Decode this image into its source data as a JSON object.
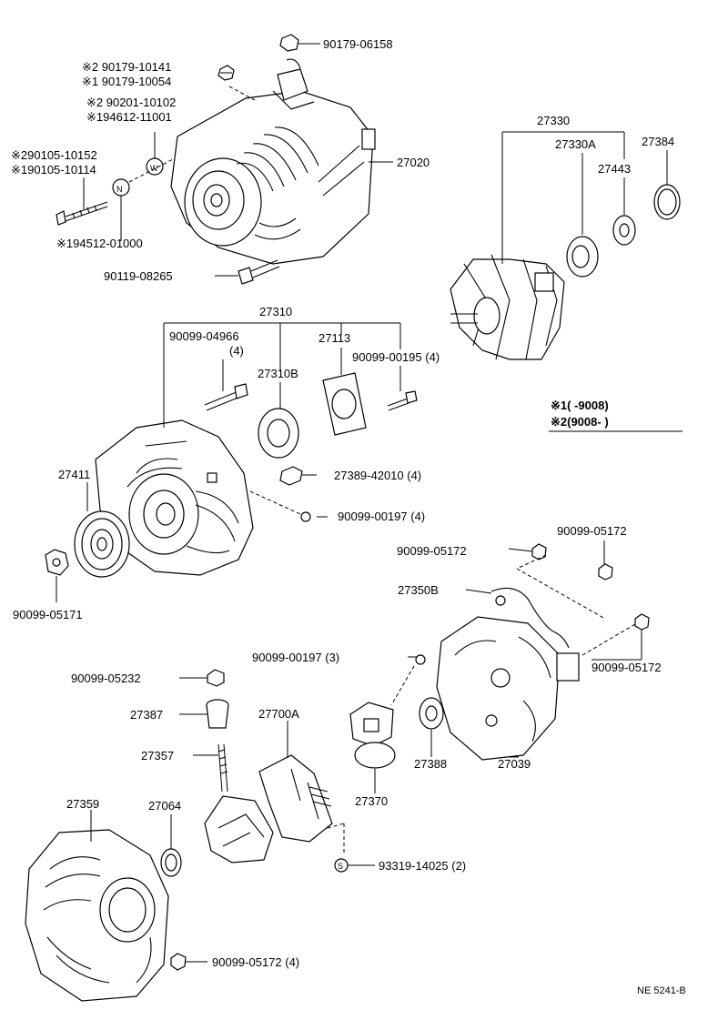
{
  "labels": {
    "p90179_06158": "90179-06158",
    "p2_90179_10141": "※2 90179-10141",
    "p1_90179_10054": "※1 90179-10054",
    "p2_90201_10102": "※2 90201-10102",
    "p1_94612_11001": "※194612-11001",
    "p2_90105_10152": "※290105-10152",
    "p1_90105_10114": "※190105-10114",
    "p27020": "27020",
    "p1_94512_01000": "※194512-01000",
    "p90119_08265": "90119-08265",
    "p27330": "27330",
    "p27330A": "27330A",
    "p27384": "27384",
    "p27443": "27443",
    "p27310": "27310",
    "p90099_04966": "90099-04966",
    "p90099_04966_qty": "(4)",
    "p27113": "27113",
    "p27310B": "27310B",
    "p90099_00195": "90099-00195 (4)",
    "legend_1": "※1(      -9008)",
    "legend_2": "※2(9008-        )",
    "p27411": "27411",
    "p27389_42010": "27389-42010 (4)",
    "p90099_00197_4": "90099-00197 (4)",
    "p90099_05171": "90099-05171",
    "p90099_05172_a": "90099-05172",
    "p90099_05172_b": "90099-05172",
    "p27350B": "27350B",
    "p90099_00197_3": "90099-00197 (3)",
    "p90099_05172_c": "90099-05172",
    "p90099_05232": "90099-05232",
    "p27387": "27387",
    "p27700A": "27700A",
    "p27357": "27357",
    "p27388": "27388",
    "p27039": "27039",
    "p27370": "27370",
    "p27359": "27359",
    "p27064": "27064",
    "p93319_14025": "93319-14025 (2)",
    "p90099_05172_4": "90099-05172 (4)",
    "footer_code": "NE 5241-B"
  }
}
